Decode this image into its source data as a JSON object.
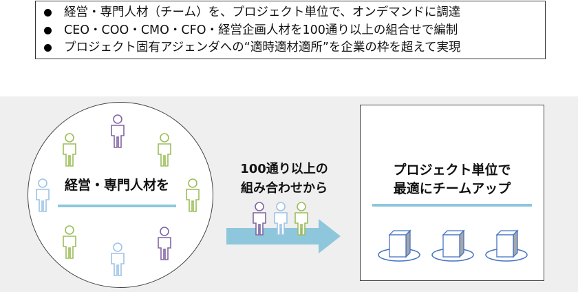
{
  "bullets": [
    "経営・専門人材（チーム）を、プロジェクト単位で、オンデマンドに調達",
    "CEO・COO・CMO・CFO・経営企画人材を100通り以上の組合せで編制",
    "プロジェクト固有アジェンダへの“適時適材適所”を企業の枠を超えて実現"
  ],
  "left": {
    "label": "経営・専門人材を"
  },
  "middle": {
    "line1": "100通り以上の",
    "line2": "組み合わせから"
  },
  "right": {
    "line1": "プロジェクト単位で",
    "line2": "最適にチームアップ"
  },
  "colors": {
    "green": "#9bbd58",
    "purple": "#8064a2",
    "blue": "#9dc3e6",
    "accent": "#8ec7dc",
    "cube_outline": "#4472c4"
  },
  "icons": {
    "person": "person-icon",
    "cube": "cube-icon",
    "arrow": "arrow-right-icon"
  }
}
